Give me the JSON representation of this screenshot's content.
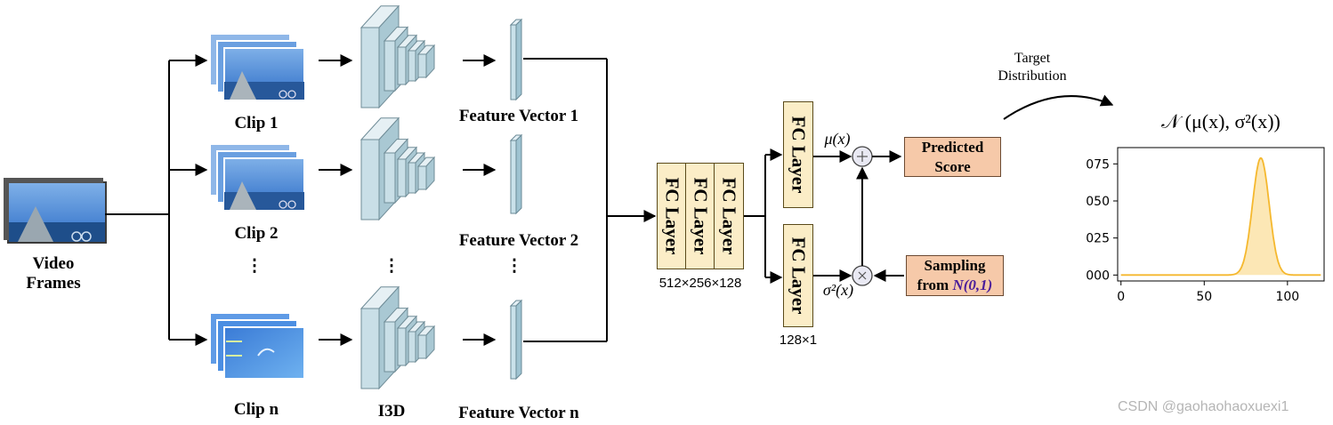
{
  "input": {
    "label_line1": "Video",
    "label_line2": "Frames"
  },
  "clips": [
    {
      "label": "Clip 1"
    },
    {
      "label": "Clip 2"
    },
    {
      "label": "Clip n"
    }
  ],
  "features": [
    {
      "label": "Feature Vector 1"
    },
    {
      "label": "Feature Vector 2"
    },
    {
      "label": "Feature Vector n"
    }
  ],
  "backbone": {
    "label": "I3D"
  },
  "ellipsis": "⋮",
  "mlp": {
    "layer_label": "FC Layer",
    "dims": "512×256×128"
  },
  "heads": {
    "layer_label": "FC Layer",
    "dims": "128×1",
    "mu_label": "μ(x)",
    "sigma_label": "σ²(x)"
  },
  "ops": {
    "plus": "+",
    "times": "×"
  },
  "predicted_score": {
    "line1": "Predicted",
    "line2": "Score"
  },
  "sampling": {
    "line1": "Sampling",
    "line2_prefix": "from",
    "line2_dist": "N(0,1)"
  },
  "target": {
    "line1": "Target",
    "line2": "Distribution"
  },
  "plot_title": "𝒩 (μ(x), σ²(x))",
  "watermark": "CSDN @gaohaohaoxuexi1",
  "colors": {
    "fc_fill": "#fbedc7",
    "score_fill": "#f6c9a9",
    "curve": "#f5b82e",
    "curve_fill": "#fbe3a8",
    "block": "#c6dde6",
    "clip_sky": "#4a86d9"
  },
  "chart_data": {
    "type": "area",
    "title": "",
    "xlabel": "",
    "ylabel": "",
    "xlim": [
      -2,
      122
    ],
    "ylim": [
      -0.004,
      0.086
    ],
    "xticks": [
      0,
      50,
      100
    ],
    "ytick_values": [
      0,
      0.025,
      0.05,
      0.075
    ],
    "ytick_labels": [
      "000",
      "025",
      "050",
      "075"
    ],
    "series": [
      {
        "mean": 84,
        "std": 5,
        "peak": 0.079,
        "x_range": [
          0,
          120
        ]
      }
    ],
    "grid": false
  }
}
